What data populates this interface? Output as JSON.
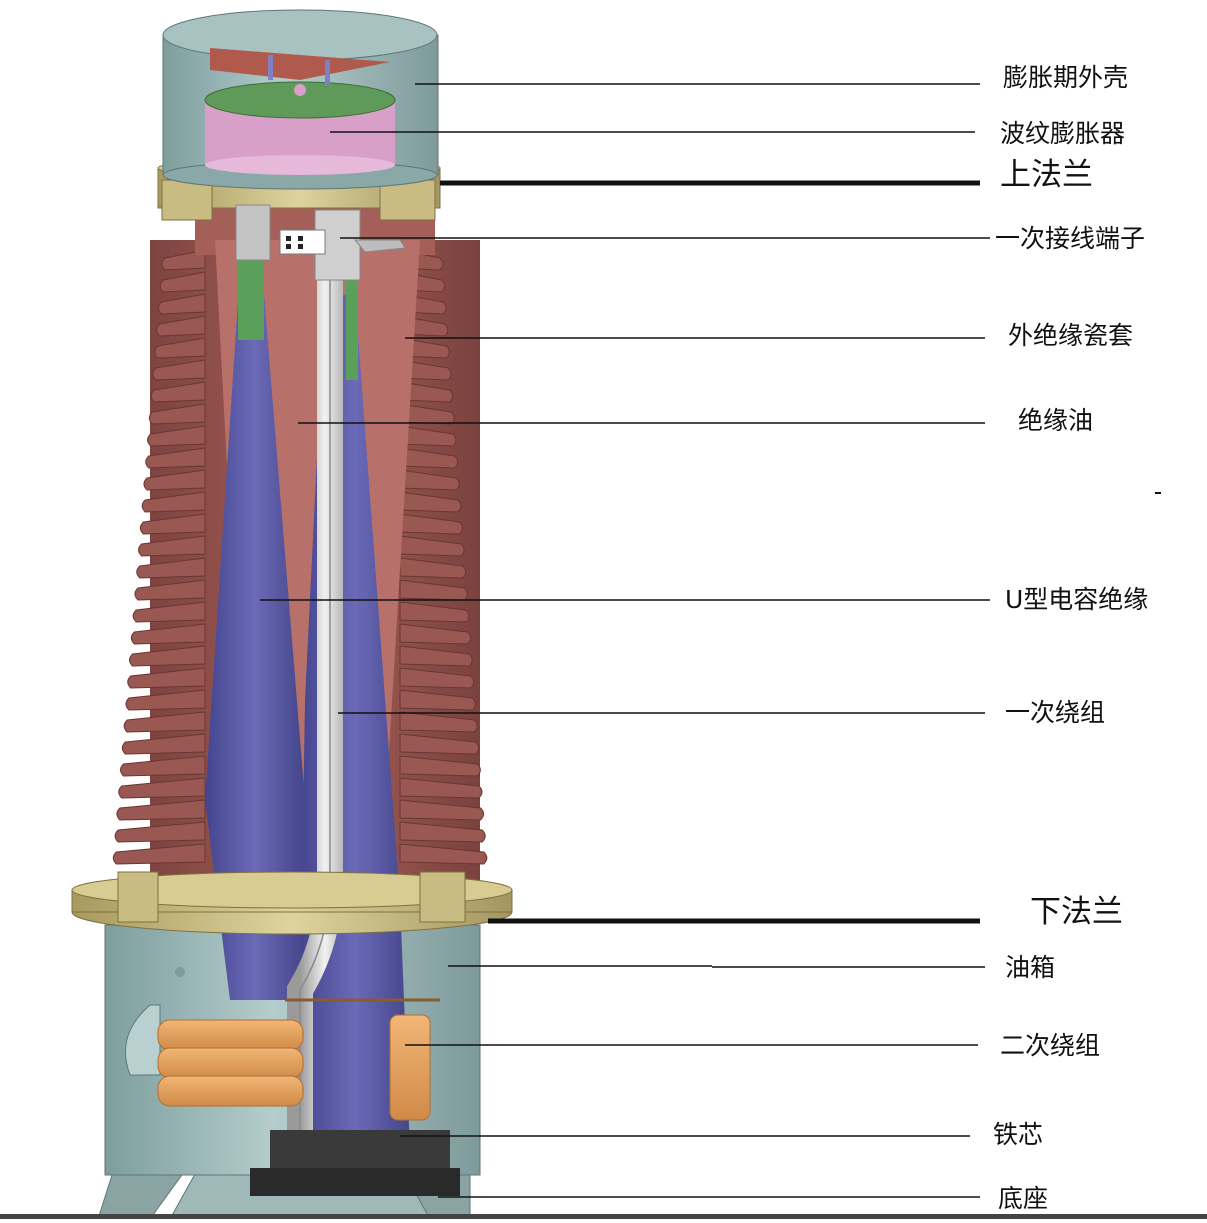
{
  "labels": {
    "expander_shell": "膨胀期外壳",
    "corrugated_expander": "波纹膨胀器",
    "upper_flange": "上法兰",
    "primary_terminal": "一次接线端子",
    "porcelain_bushing": "外绝缘瓷套",
    "insulating_oil": "绝缘油",
    "u_capacitor_insulation": "U型电容绝缘",
    "primary_winding": "一次绕组",
    "lower_flange": "下法兰",
    "oil_tank": "油箱",
    "secondary_winding": "二次绕组",
    "iron_core": "铁芯",
    "base": "底座"
  },
  "colors": {
    "porcelain": "#9c5a54",
    "oil_body": "#b8716a",
    "capacitor": "#5a5aa8",
    "flange": "#cfc48a",
    "shell": "#96b4b4",
    "secondary": "#e8a25e",
    "conductor": "#d4d4d4"
  }
}
